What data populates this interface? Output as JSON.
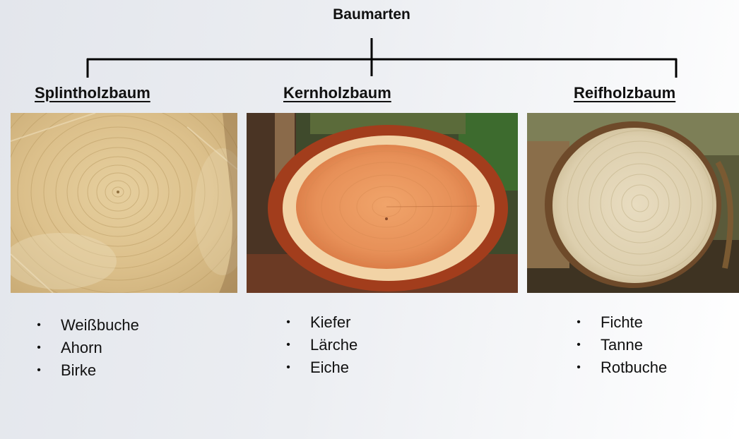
{
  "title": "Baumarten",
  "categories": [
    {
      "heading": "Splintholzbaum",
      "image": "splintholz-log-cross-section",
      "items": [
        "Weißbuche",
        "Ahorn",
        "Birke"
      ]
    },
    {
      "heading": "Kernholzbaum",
      "image": "kernholz-log-cross-section",
      "items": [
        "Kiefer",
        "Lärche",
        "Eiche"
      ]
    },
    {
      "heading": "Reifholzbaum",
      "image": "reifholz-log-cross-section",
      "items": [
        "Fichte",
        "Tanne",
        "Rotbuche"
      ]
    }
  ],
  "bullet": "•"
}
